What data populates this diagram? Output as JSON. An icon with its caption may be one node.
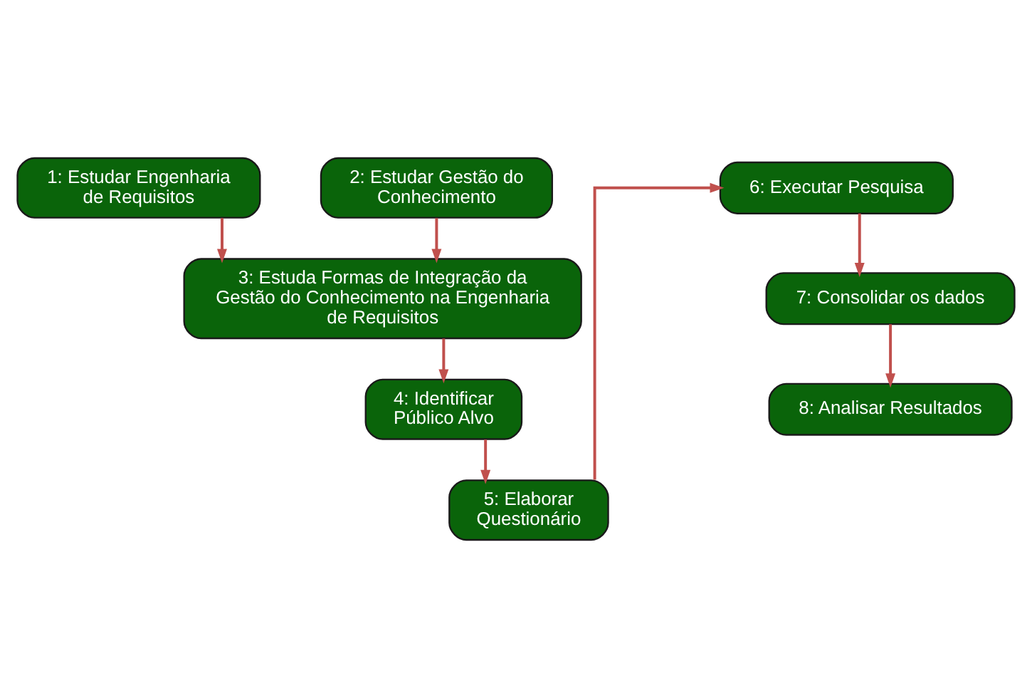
{
  "diagram": {
    "nodes": [
      {
        "text": [
          "1: Estudar Engenharia de Requisitos"
        ]
      },
      {
        "text": [
          "2: Estudar Gestão do Conhecimento"
        ]
      },
      {
        "text": [
          "3: Estuda Formas de Integração da Gestão do Conhecimento na Engenharia de Requisitos"
        ]
      },
      {
        "text": [
          "4: Identificar Público Alvo"
        ]
      },
      {
        "text": [
          "5: Elaborar Questionário"
        ]
      },
      {
        "text": [
          "6: Executar Pesquisa"
        ]
      },
      {
        "text": [
          "7: Consolidar os dados"
        ]
      },
      {
        "text": [
          "8: Analisar Resultados"
        ]
      }
    ],
    "edges": [
      {
        "from": 0,
        "to": 2,
        "arrow": "to"
      },
      {
        "from": 1,
        "to": 2,
        "arrow": "to"
      },
      {
        "from": 2,
        "to": 3,
        "arrow": "to"
      },
      {
        "from": 3,
        "to": 4,
        "arrow": "to"
      },
      {
        "from": 4,
        "to": 5,
        "arrow": "to"
      },
      {
        "from": 5,
        "to": 6,
        "arrow": "to"
      },
      {
        "from": 6,
        "to": 7,
        "arrow": "to"
      }
    ]
  }
}
